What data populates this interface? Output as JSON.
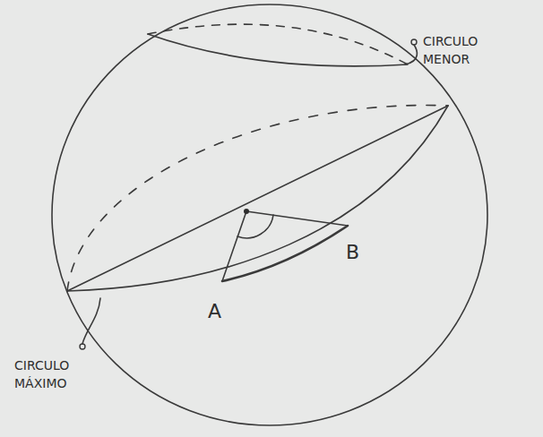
{
  "diagram": {
    "labels": [
      "CIRCULO MENOR",
      "CIRCULO MÁXIMO",
      "A",
      "B"
    ]
  }
}
